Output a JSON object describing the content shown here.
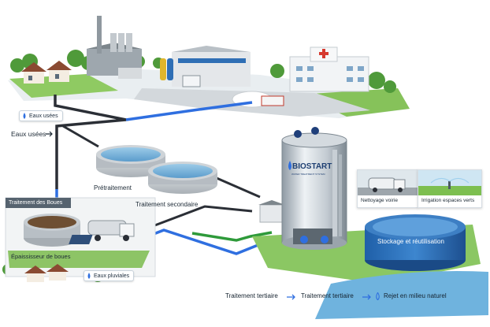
{
  "labels": {
    "eaux_usees_pill": "Eaux usées",
    "eaux_usees_side": "Eaux usées",
    "pretraitement": "Prétraitement",
    "traitement_secondaire": "Traitement secondaire",
    "traitement_boues": "Traitement des Boues",
    "epaississeur": "Épaississeur de boues",
    "eaux_pluviales": "Eaux pluviales",
    "stockage": "Stockage et réutilisation",
    "nettoyage": "Nettoyage voirie",
    "irrigation": "Irrigation espaces verts"
  },
  "tank": {
    "brand": "BIOSTART",
    "tagline": "WATER TREATMENT SYSTEM"
  },
  "legend": {
    "step1": "Traitement tertiaire",
    "step2": "Traitement tertiaire",
    "step3": "Rejet en milieu naturel"
  },
  "colors": {
    "pipe_black": "#2b2f36",
    "pipe_blue": "#2f6fe0",
    "pipe_green": "#2e9a3a",
    "water": "#5da6d8",
    "grass": "#7cc25a",
    "panel_header": "#56636f"
  },
  "icons": [
    "water-drop-icon",
    "arrow-right-icon",
    "hospital-cross-icon"
  ]
}
